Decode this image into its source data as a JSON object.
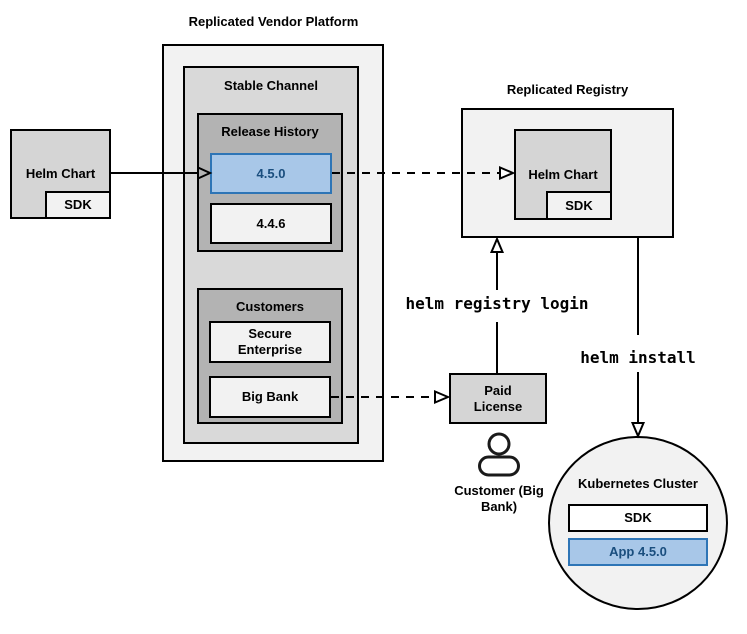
{
  "colors": {
    "highlight_fill": "#a8c7e8",
    "highlight_border": "#2e75b6",
    "highlight_text": "#1a4e7e",
    "box_lightest": "#f2f2f2",
    "box_light_gray": "#d9d9d9",
    "box_gray": "#d5d5d5",
    "box_dark_gray": "#b3b3b3",
    "line_color": "#000000"
  },
  "vendor_platform": {
    "title": "Replicated Vendor Platform",
    "stable_channel": {
      "label": "Stable Channel",
      "release_history": {
        "label": "Release History",
        "releases": [
          {
            "version": "4.5.0",
            "highlighted": true
          },
          {
            "version": "4.4.6",
            "highlighted": false
          }
        ]
      },
      "customers": {
        "label": "Customers",
        "names": [
          {
            "name": "Secure Enterprise"
          },
          {
            "name": "Big Bank"
          }
        ]
      }
    }
  },
  "source": {
    "helm_chart_label": "Helm Chart",
    "sdk_label": "SDK"
  },
  "registry": {
    "title": "Replicated Registry",
    "helm_chart_label": "Helm Chart",
    "sdk_label": "SDK"
  },
  "license": {
    "paid_license_label": "Paid License",
    "customer_caption": "Customer (Big Bank)"
  },
  "commands": {
    "registry_login": "helm registry login",
    "install": "helm install"
  },
  "kubernetes": {
    "title": "Kubernetes Cluster",
    "sdk_label": "SDK",
    "app_label": "App 4.5.0"
  }
}
